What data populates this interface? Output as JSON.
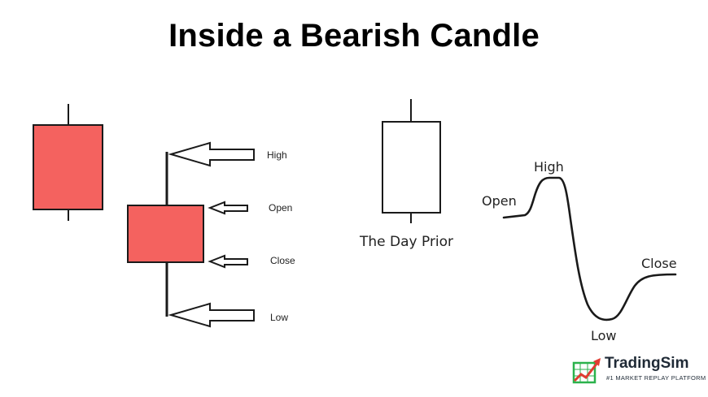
{
  "title": "Inside a Bearish Candle",
  "colors": {
    "bear_body": "#f4625f",
    "outline": "#1a1a1a",
    "logo_green": "#2bb24c",
    "logo_red": "#e03c31",
    "logo_text": "#1f2a36"
  },
  "candle_labels": {
    "high": "High",
    "open": "Open",
    "close": "Close",
    "low": "Low"
  },
  "prior_day_label": "The Day Prior",
  "curve_labels": {
    "open": "Open",
    "high": "High",
    "low": "Low",
    "close": "Close"
  },
  "brand": {
    "name": "TradingSim",
    "tagline": "#1 MARKET REPLAY PLATFORM"
  }
}
